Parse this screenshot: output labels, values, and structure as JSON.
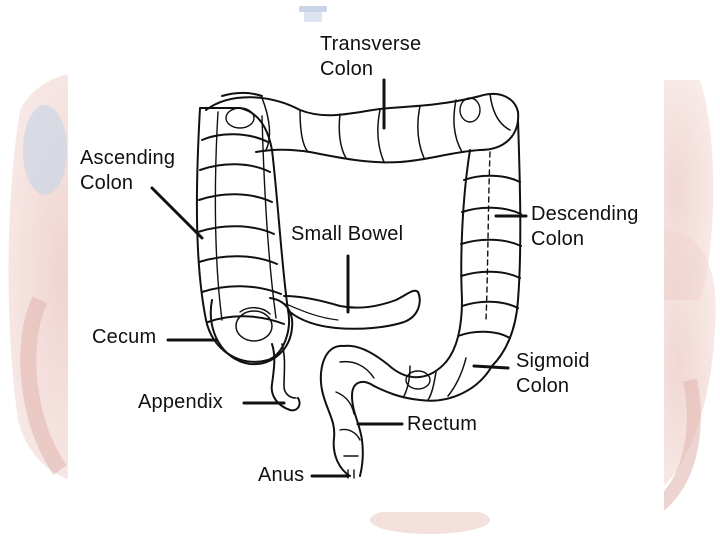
{
  "labels": {
    "transverse": [
      "Transverse",
      "Colon"
    ],
    "ascending": [
      "Ascending",
      "Colon"
    ],
    "small_bowel": "Small Bowel",
    "descending": [
      "Descending",
      "Colon"
    ],
    "cecum": "Cecum",
    "sigmoid": [
      "Sigmoid",
      "Colon"
    ],
    "appendix": "Appendix",
    "rectum": "Rectum",
    "anus": "Anus"
  },
  "colors": {
    "background_tint": "#e8c9c4",
    "background_tint_dark": "#d7a9a3",
    "line": "#111111"
  },
  "icons": [
    "faded-colon-background-illustration",
    "small-blue-cap-icon"
  ]
}
